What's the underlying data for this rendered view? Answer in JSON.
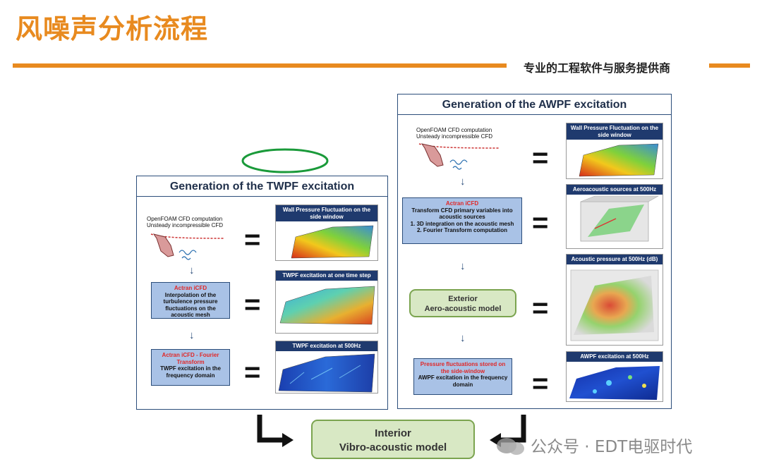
{
  "slide": {
    "title": "风噪声分析流程",
    "tagline": "专业的工程软件与服务提供商"
  },
  "twpf": {
    "title": "Generation of the TWPF excitation",
    "cfd_line1": "OpenFOAM CFD computation",
    "cfd_line2": "Unsteady incompressible CFD",
    "step1_red": "Actran iCFD",
    "step1_text": "Interpolation of the turbulence pressure fluctuations on the acoustic mesh",
    "step2_red": "Actran iCFD - Fourier Transform",
    "step2_text": "TWPF excitation in the frequency domain",
    "card1": "Wall Pressure Fluctuation on the side window",
    "card2": "TWPF excitation at one time step",
    "card3": "TWPF excitation at 500Hz"
  },
  "awpf": {
    "title": "Generation of the AWPF excitation",
    "cfd_line1": "OpenFOAM CFD computation",
    "cfd_line2": "Unsteady incompressible CFD",
    "step1_red": "Actran iCFD",
    "step1_text": "Transform CFD primary variables into acoustic sources",
    "step1_item1": "1.  3D integration on the acoustic mesh",
    "step1_item2": "2.  Fourier Transform computation",
    "exterior_line1": "Exterior",
    "exterior_line2": "Aero-acoustic model",
    "step3_red": "Pressure fluctuations stored on the side-window",
    "step3_text": "AWPF excitation in the frequency domain",
    "card1": "Wall Pressure Fluctuation on the side window",
    "card2": "Aeroacoustic sources at 500Hz",
    "card3": "Acoustic pressure at 500Hz (dB)",
    "card4": "AWPF excitation at 500Hz"
  },
  "interior": {
    "line1": "Interior",
    "line2": "Vibro-acoustic model"
  },
  "symbols": {
    "equals": "=",
    "down_arrow": "↓"
  },
  "watermark": "公众号 · EDT电驱时代",
  "colors": {
    "accent_orange": "#e88a1f",
    "panel_border": "#2b4d7a",
    "blue_box": "#a9c2e6",
    "green_box": "#d8e8c4",
    "highlight_ellipse": "#1a9a3a",
    "red_text": "#e12727"
  }
}
